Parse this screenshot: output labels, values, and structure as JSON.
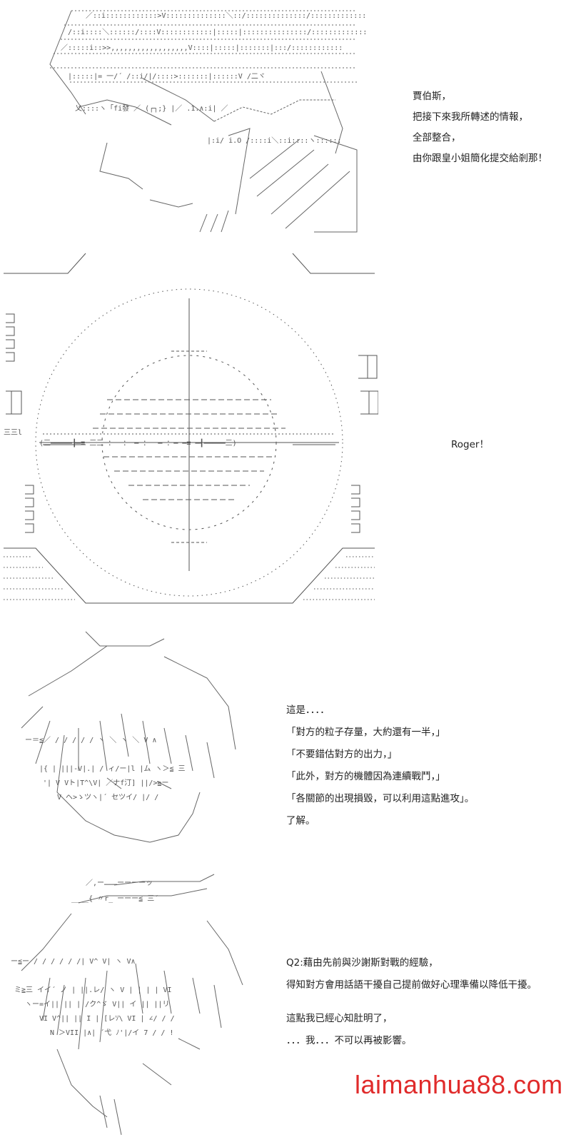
{
  "panels": [
    {
      "lines": [
        "賈伯斯，",
        "把接下來我所轉述的情報，",
        "全部整合，",
        "由你跟皇小姐簡化提交給剎那！"
      ]
    },
    {
      "lines": [
        "Roger！"
      ]
    },
    {
      "lines": [
        "這是．．．．",
        "「對方的粒子存量，大約還有一半，」",
        "「不要錯估對方的出力，」",
        "「此外，對方的機體因為連續戰鬥，」",
        "「各關節的出現損毀，可以利用這點進攻」。",
        "了解。"
      ]
    },
    {
      "lines": [
        "Q2:藉由先前與沙謝斯對戰的經驗，",
        "得知對方會用話語干擾自己提前做好心理準備以降低干擾。",
        "",
        "這點我已經心知肚明了，",
        "．．．我．．．不可以再被影響。"
      ]
    }
  ],
  "watermark": "laimanhua88.com"
}
